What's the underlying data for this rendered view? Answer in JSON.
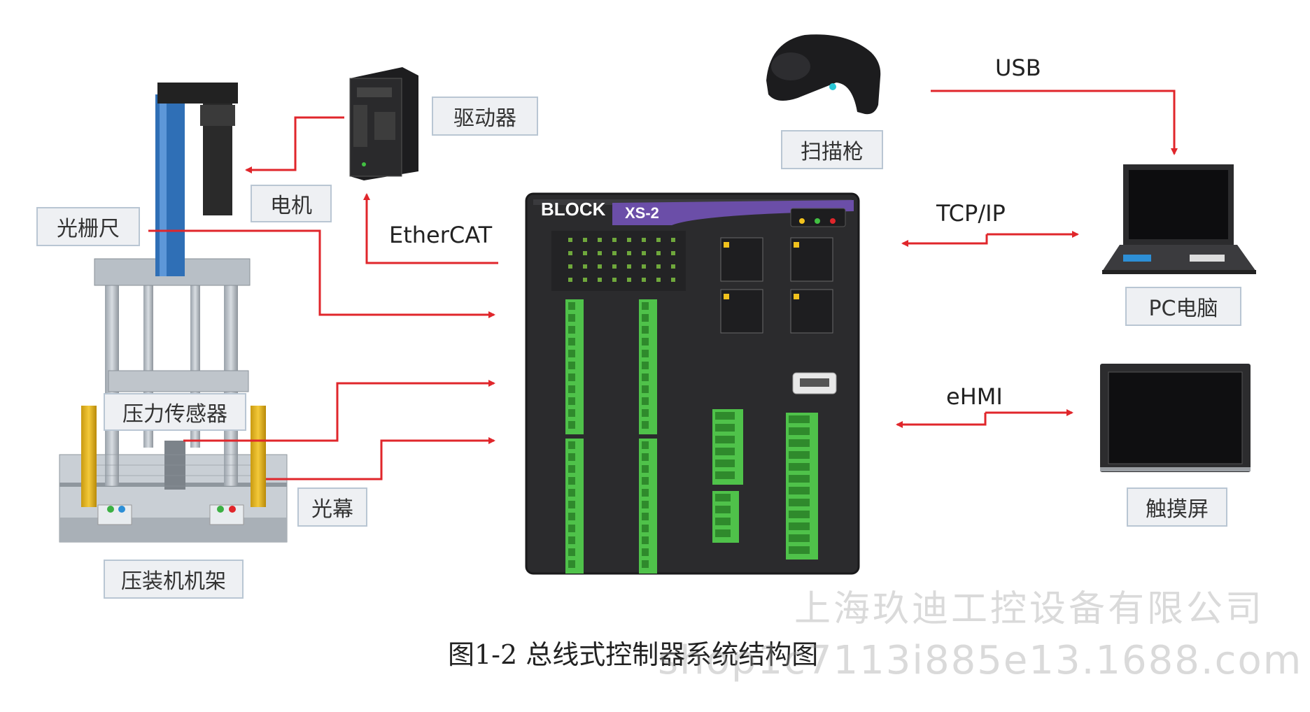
{
  "labels": {
    "driver": "驱动器",
    "motor": "电机",
    "grating_ruler": "光栅尺",
    "pressure_sensor": "压力传感器",
    "light_curtain": "光幕",
    "press_frame": "压装机机架",
    "scanner": "扫描枪",
    "pc": "PC电脑",
    "touchscreen": "触摸屏"
  },
  "connections": {
    "ethercat": "EtherCAT",
    "usb": "USB",
    "tcpip": "TCP/IP",
    "ehmi": "eHMI"
  },
  "controller": {
    "brand": "BLOCK",
    "model": "XS-2"
  },
  "caption": "图1-2  总线式控制器系统结构图",
  "watermark": {
    "company": "上海玖迪工控设备有限公司",
    "shop": "shop1c7113i885e13.1688.com"
  },
  "colors": {
    "arrow": "#e0262b",
    "terminal": "#4fc24a",
    "controller_body": "#2b2b2d",
    "accent_purple": "#6b4ea8"
  }
}
